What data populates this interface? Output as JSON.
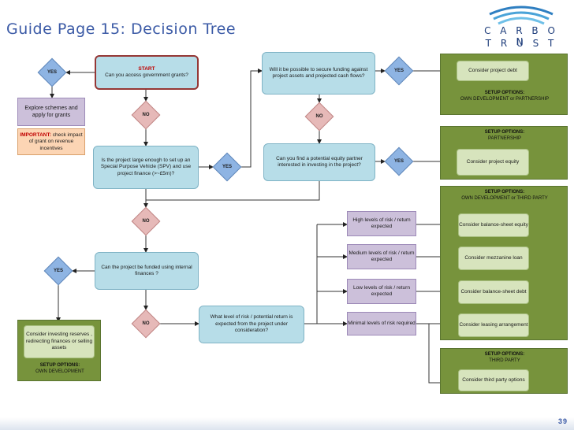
{
  "title": "Guide Page 15: Decision Tree",
  "logo": {
    "line1": "C A R B O N",
    "line2": "T R U S T"
  },
  "page_number": "39",
  "nodes": {
    "start_heading": "START",
    "start_question": "Can you access government grants?",
    "yes1": "YES",
    "explore": "Explore  schemes and apply for grants",
    "important_label": "IMPORTANT:",
    "important_text": " check impact of grant on revenue incentives",
    "no1": "NO",
    "spv": "Is the project large enough to set up an Special Purpose Vehicle (SPV) and use project finance (>~£5m)?",
    "yes2": "YES",
    "no2": "NO",
    "internal": "Can the project be funded using internal finances ?",
    "yes3": "YES",
    "no3": "NO",
    "own_box": "Consider investing reserves , redirecting finances or  selling assets",
    "own_setup_title": "SETUP OPTIONS:",
    "own_setup_text": "OWN DEVELOPMENT",
    "debt_q": "Will it be possible to secure funding against project assets and projected cash flows?",
    "yes4": "YES",
    "no4": "NO",
    "project_debt": "Consider project debt",
    "debt_setup_title": "SETUP OPTIONS:",
    "debt_setup_text": "OWN DEVELOPMENT  or PARTNERSHIP",
    "equity_q": "Can you find  a potential equity partner interested in investing in the project?",
    "yes5": "YES",
    "partner_setup_title": "SETUP OPTIONS:",
    "partner_setup_text": "PARTNERSHIP",
    "project_equity": "Consider project equity",
    "risk_q": "What level of risk / potential return is expected from the project under consideration?",
    "risk_high": "High levels of risk / return expected",
    "risk_medium": "Medium levels of risk / return expected",
    "risk_low": "Low levels of risk / return expected",
    "risk_minimal": "Minimal levels of risk required",
    "bs_setup_title": "SETUP OPTIONS:",
    "bs_setup_text": "OWN DEVELOPMENT  or THIRD PARTY",
    "bs_equity": "Consider balance-sheet equity",
    "mezz": "Consider mezzanine loan",
    "bs_debt": "Consider balance-sheet debt",
    "leasing": "Consider leasing arrangement",
    "tp_setup_title": "SETUP OPTIONS:",
    "tp_setup_text": "THIRD PARTY",
    "third_party": "Consider third party options"
  }
}
